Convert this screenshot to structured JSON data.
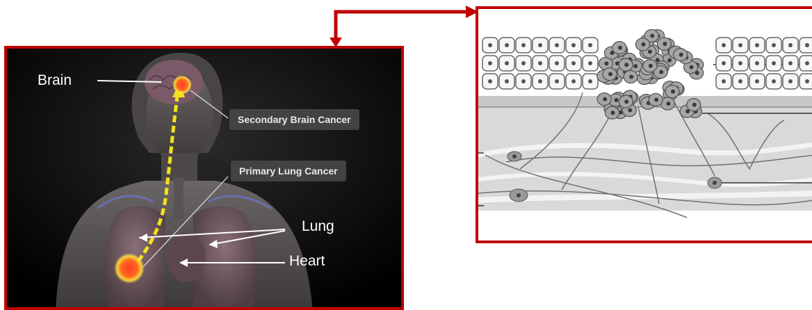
{
  "left_panel": {
    "labels": {
      "brain": "Brain",
      "lung": "Lung",
      "heart": "Heart"
    },
    "callouts": {
      "secondary": "Secondary Brain Cancer",
      "primary": "Primary Lung Cancer"
    }
  },
  "colors": {
    "frame": "#c00000",
    "path_arrow": "#f2e21a",
    "tumor": "#e8261c"
  }
}
